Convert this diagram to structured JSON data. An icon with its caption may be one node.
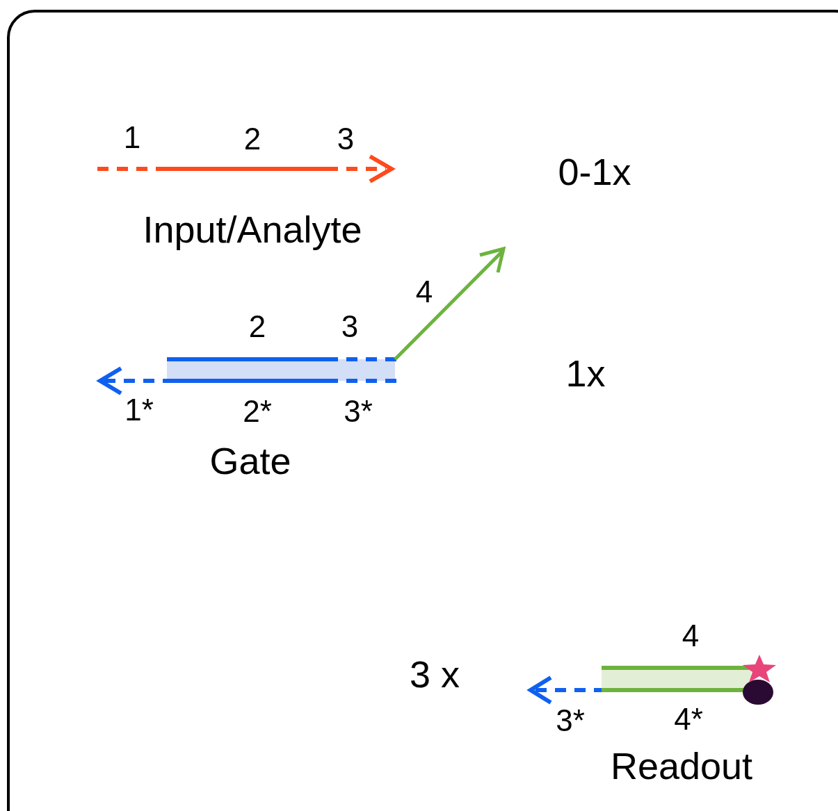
{
  "diagram": {
    "labels": [
      "1",
      "2",
      "3",
      "0-1x",
      "Input/Analyte",
      "4",
      "2",
      "3",
      "1x",
      "1*",
      "2*",
      "3*",
      "Gate",
      "4",
      "3 x",
      "3*",
      "4*",
      "Readout"
    ]
  }
}
